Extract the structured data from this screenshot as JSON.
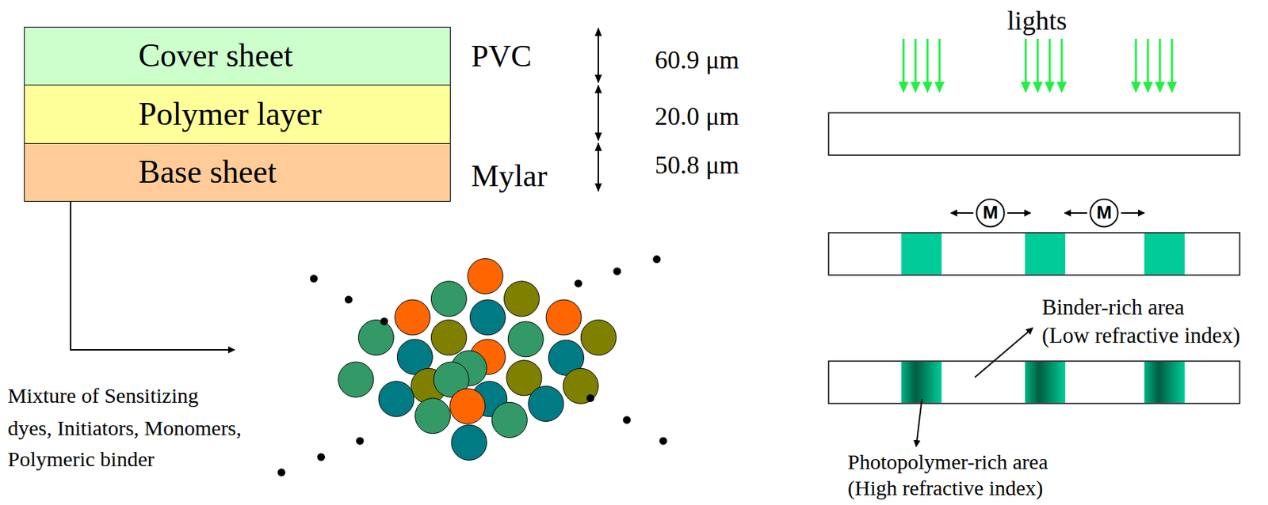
{
  "diagram": {
    "nodes": [
      {
        "text": [
          "Cover sheet"
        ]
      },
      {
        "text": [
          "Polymer layer"
        ]
      },
      {
        "text": [
          "Base sheet"
        ]
      },
      {
        "text": [
          "M"
        ]
      },
      {
        "text": [
          "M"
        ]
      }
    ],
    "labels": [
      "PVC",
      "60.9 μm",
      "20.0 μm",
      "Mylar",
      "50.8 μm",
      "Mixture of Sensitizing",
      "dyes, Initiators, Monomers,",
      "Polymeric binder",
      "lights",
      "Binder-rich area",
      "(Low refractive index)",
      "Photopolymer-rich area",
      "(High refractive index)"
    ]
  }
}
